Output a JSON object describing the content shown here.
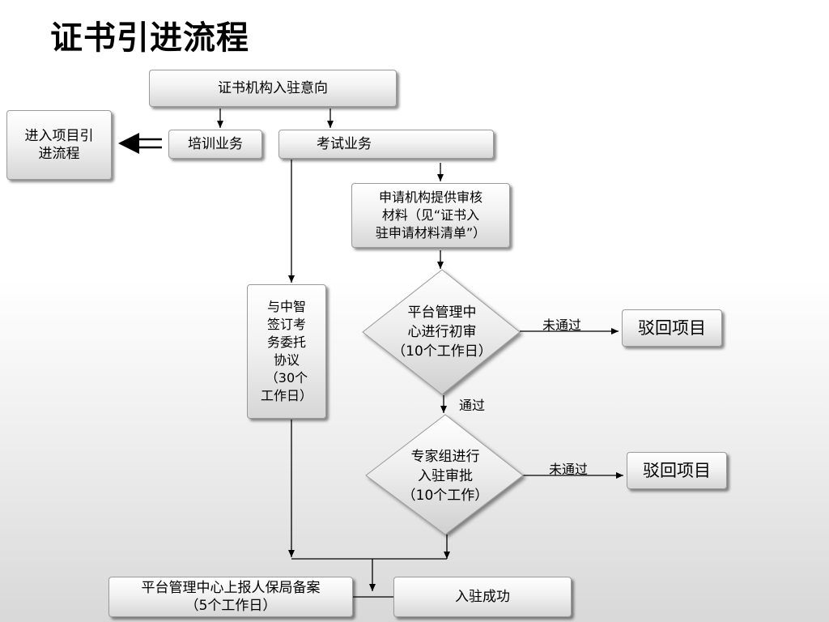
{
  "title": "证书引进流程",
  "nodes": {
    "cert_intent": "证书机构入驻意向",
    "training": "培训业务",
    "exam": "考试业务",
    "project_intro": "进入项目引\n进流程",
    "submit_materials": "申请机构提供审核\n材料（见“证书入\n驻申请材料清单”）",
    "sign_agreement": "与中智\n签订考\n务委托\n协议\n（30个\n工作日）",
    "initial_review": "平台管理中\n心进行初审\n（10个工作日）",
    "reject_1": "驳回项目",
    "expert_review": "专家组进行\n入驻审批\n（10个工作）",
    "reject_2": "驳回项目",
    "report_filing": "平台管理中心上报人保局备案\n（5个工作日）",
    "success": "入驻成功"
  },
  "labels": {
    "not_pass_1": "未通过",
    "pass": "通过",
    "not_pass_2": "未通过"
  }
}
